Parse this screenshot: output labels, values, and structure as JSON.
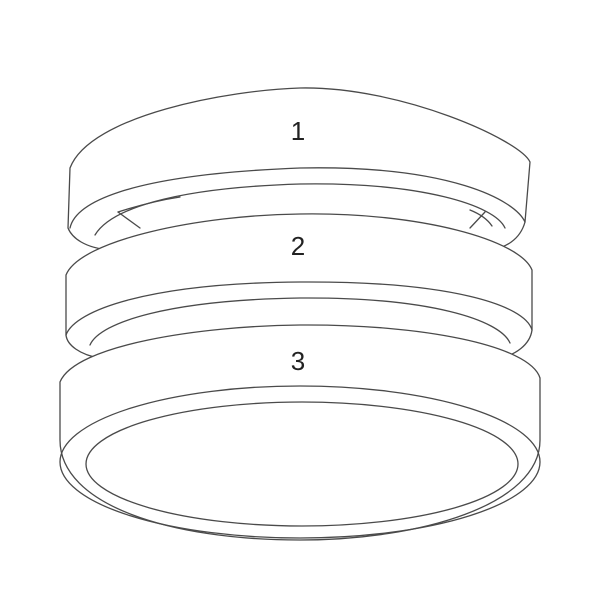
{
  "rings": [
    {
      "label": "1"
    },
    {
      "label": "2"
    },
    {
      "label": "3"
    }
  ],
  "colors": {
    "stroke": "#4a4a4a",
    "background": "#ffffff",
    "text": "#222222"
  }
}
